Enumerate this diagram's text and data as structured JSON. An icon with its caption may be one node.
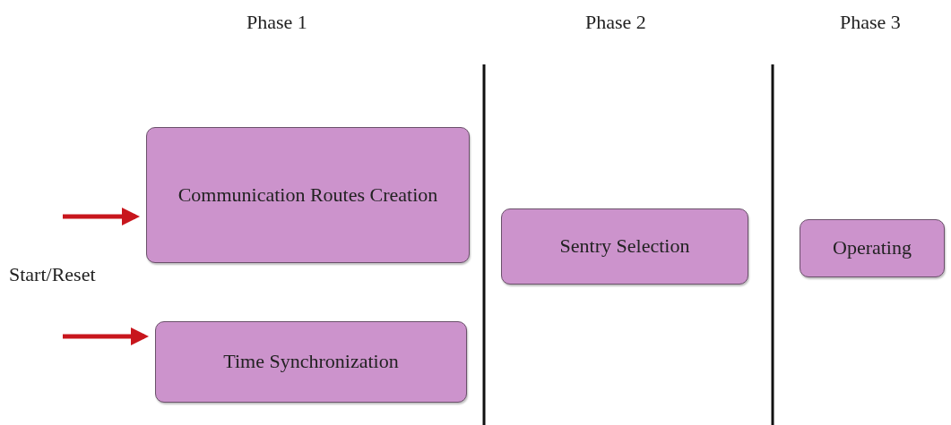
{
  "diagram": {
    "nodes": [
      {
        "text": [
          "Communication Routes Creation"
        ]
      },
      {
        "text": [
          "Time Synchronization"
        ]
      },
      {
        "text": [
          "Sentry Selection"
        ]
      },
      {
        "text": [
          "Operating"
        ]
      }
    ],
    "edges": [
      {
        "from": null,
        "to": 0,
        "arrow": "to"
      },
      {
        "from": null,
        "to": 1,
        "arrow": "to"
      }
    ],
    "labels": [
      "Phase 1",
      "Phase 2",
      "Phase 3",
      "Start/Reset"
    ]
  }
}
